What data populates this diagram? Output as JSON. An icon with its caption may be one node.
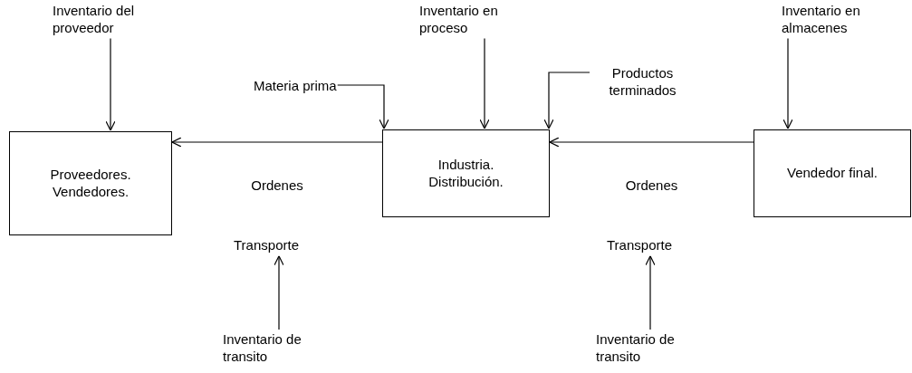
{
  "diagram": {
    "nodes": [
      {
        "text": [
          "Inventario del proveedor"
        ]
      },
      {
        "text": [
          "Inventario en proceso"
        ]
      },
      {
        "text": [
          "Inventario en almacenes"
        ]
      },
      {
        "text": [
          "Materia prima"
        ]
      },
      {
        "text": [
          "Productos terminados"
        ]
      },
      {
        "text": [
          "Proveedores. Vendedores."
        ]
      },
      {
        "text": [
          "Industria. Distribución."
        ]
      },
      {
        "text": [
          "Vendedor final."
        ]
      },
      {
        "text": [
          "Transporte"
        ]
      },
      {
        "text": [
          "Transporte"
        ]
      },
      {
        "text": [
          "Inventario de transito"
        ]
      },
      {
        "text": [
          "Inventario de transito"
        ]
      }
    ],
    "edges": [
      {
        "from": 0,
        "to": 5,
        "arrow": "to"
      },
      {
        "from": 1,
        "to": 6,
        "arrow": "to"
      },
      {
        "from": 2,
        "to": 7,
        "arrow": "to"
      },
      {
        "from": 3,
        "to": 6,
        "arrow": "to"
      },
      {
        "from": 4,
        "to": 6,
        "arrow": "to"
      },
      {
        "from": 6,
        "to": 5,
        "arrow": "to",
        "label": "Ordenes"
      },
      {
        "from": 7,
        "to": 6,
        "arrow": "to",
        "label": "Ordenes"
      },
      {
        "from": 10,
        "to": 8,
        "arrow": "to"
      },
      {
        "from": 11,
        "to": 9,
        "arrow": "to"
      }
    ]
  }
}
